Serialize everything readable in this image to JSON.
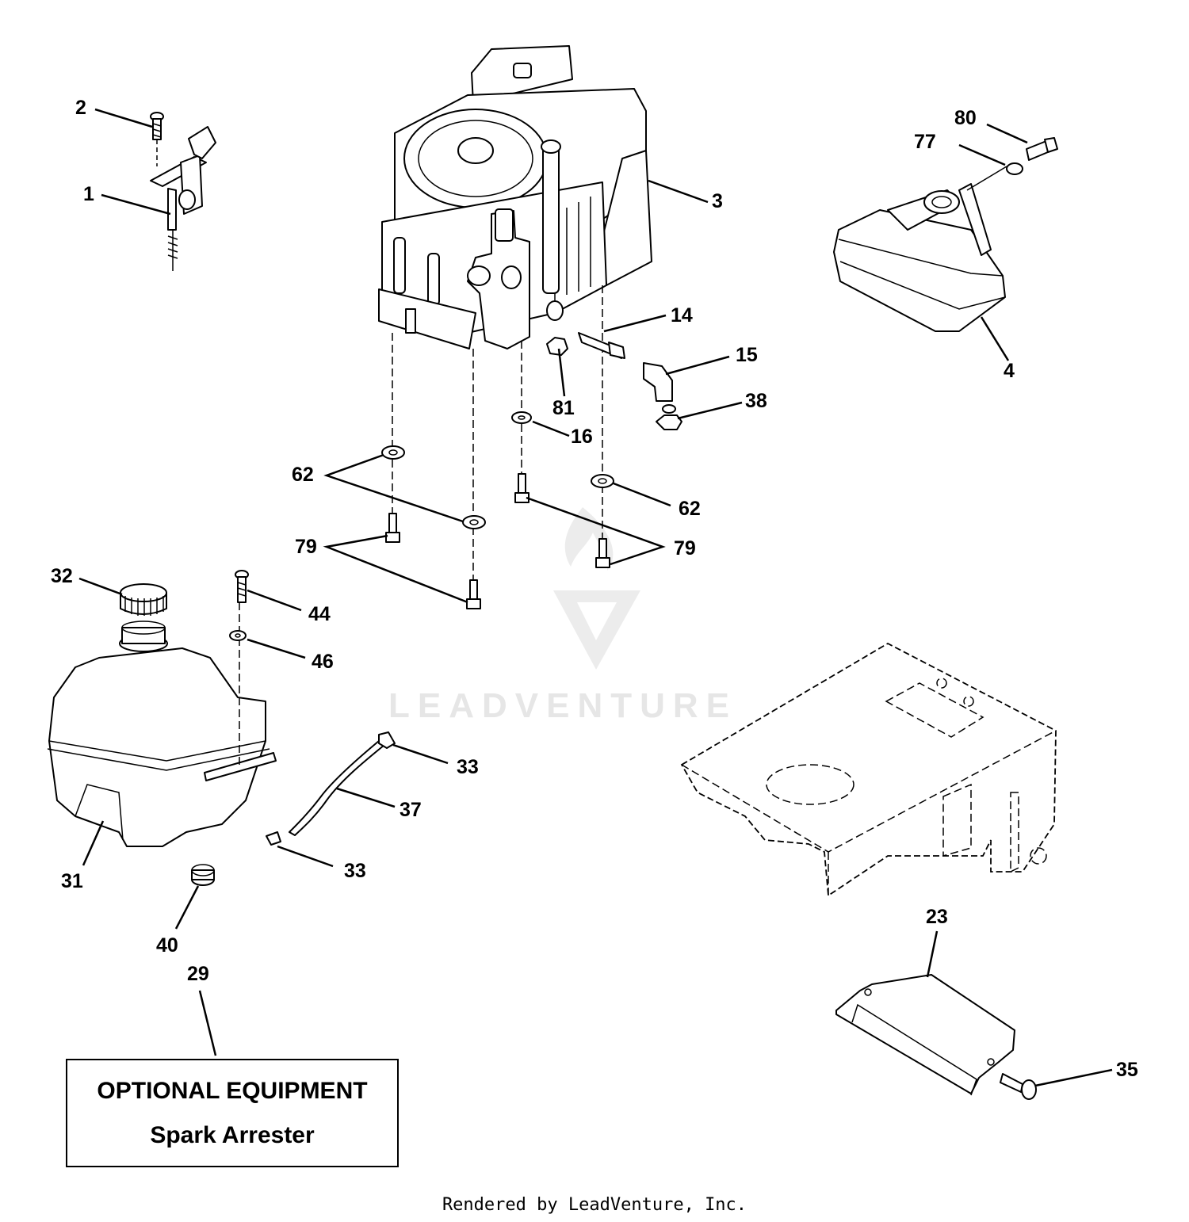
{
  "callouts": {
    "c1": "1",
    "c2": "2",
    "c3": "3",
    "c4": "4",
    "c14": "14",
    "c15": "15",
    "c16": "16",
    "c23": "23",
    "c29": "29",
    "c31": "31",
    "c32": "32",
    "c33a": "33",
    "c33b": "33",
    "c35": "35",
    "c37": "37",
    "c38": "38",
    "c40": "40",
    "c44": "44",
    "c46": "46",
    "c62a": "62",
    "c62b": "62",
    "c77": "77",
    "c79a": "79",
    "c79b": "79",
    "c80": "80",
    "c81": "81"
  },
  "optional_box": {
    "title": "OPTIONAL EQUIPMENT",
    "subtitle": "Spark Arrester"
  },
  "watermark": {
    "text": "LEADVENTURE"
  },
  "footer": {
    "text": "Rendered by LeadVenture, Inc."
  }
}
